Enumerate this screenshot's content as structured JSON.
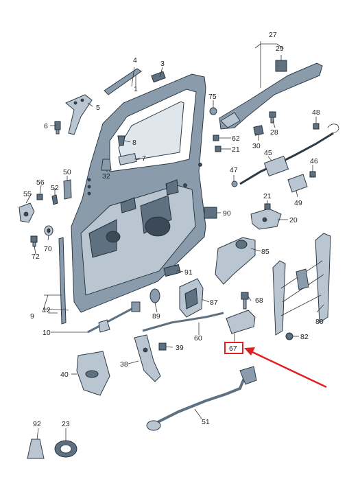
{
  "callouts": {
    "c1": "1",
    "c3": "3",
    "c4": "4",
    "c5": "5",
    "c6": "6",
    "c7": "7",
    "c8": "8",
    "c9": "9",
    "c10": "10",
    "c12": "12",
    "c20": "20",
    "c21a": "21",
    "c21b": "21",
    "c23": "23",
    "c27": "27",
    "c28": "28",
    "c29": "29",
    "c30": "30",
    "c32": "32",
    "c38": "38",
    "c39": "39",
    "c40": "40",
    "c45": "45",
    "c46": "46",
    "c47": "47",
    "c48": "48",
    "c49": "49",
    "c50": "50",
    "c51": "51",
    "c52": "52",
    "c55": "55",
    "c56": "56",
    "c60": "60",
    "c62": "62",
    "c67": "67",
    "c68": "68",
    "c70": "70",
    "c72": "72",
    "c75": "75",
    "c80": "80",
    "c82": "82",
    "c85": "85",
    "c87": "87",
    "c89": "89",
    "c90": "90",
    "c91": "91",
    "c92": "92"
  },
  "highlight": {
    "color": "#e02020"
  }
}
